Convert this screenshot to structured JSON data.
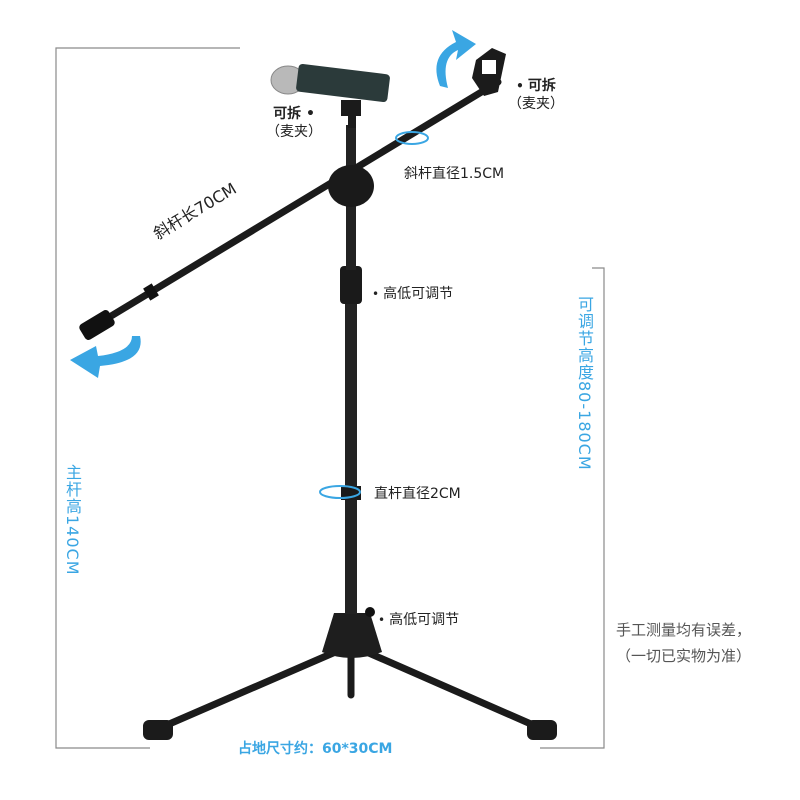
{
  "labels": {
    "detachable_left": "可拆",
    "clip_left": "（麦夹）",
    "detachable_right": "可拆",
    "clip_right": "（麦夹）",
    "boom_diameter": "斜杆直径1.5CM",
    "boom_length": "斜杆长70CM",
    "height_adjust_top": "高低可调节",
    "pole_diameter": "直杆直径2CM",
    "height_adjust_bottom": "高低可调节",
    "adjustable_height": "可调节高度80-180CM",
    "main_pole_height": "主杆高140CM",
    "footprint": "占地尺寸约：60*30CM",
    "note_line1": "手工测量均有误差，",
    "note_line2": "（一切已实物为准）"
  },
  "colors": {
    "accent": "#3aa6e3",
    "stand": "#1b1b1b",
    "outline": "#7a7a7a"
  },
  "icons": [
    "rotate-arrow-icon",
    "rotate-arrow-icon",
    "rotation-ring-icon",
    "rotation-ring-icon"
  ]
}
